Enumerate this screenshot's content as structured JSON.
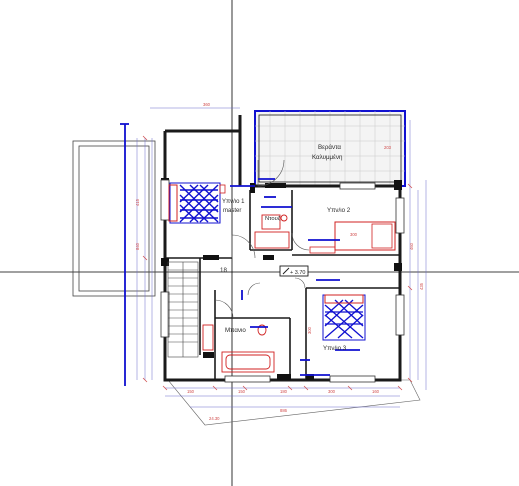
{
  "rooms": {
    "veranda_line1": "Βεράντα",
    "veranda_line2": "Καλυμμένη",
    "bedroom1_line1": "Υπν/ιο 1",
    "bedroom1_line2": "master",
    "bedroom2": "Υπν/ιο 2",
    "bedroom3": "Υπν/ιο 3",
    "shower": "Ντουζ",
    "bathroom": "Μπανιο"
  },
  "annotations": {
    "stair_count": "18",
    "level_mark": "+ 3.70"
  },
  "colors": {
    "wall": "#1a1a1a",
    "fixture": "#d02020",
    "furniture_blue": "#1010d0",
    "dimension": "#d04a4a",
    "axis": "#000000",
    "outline": "#555555"
  }
}
